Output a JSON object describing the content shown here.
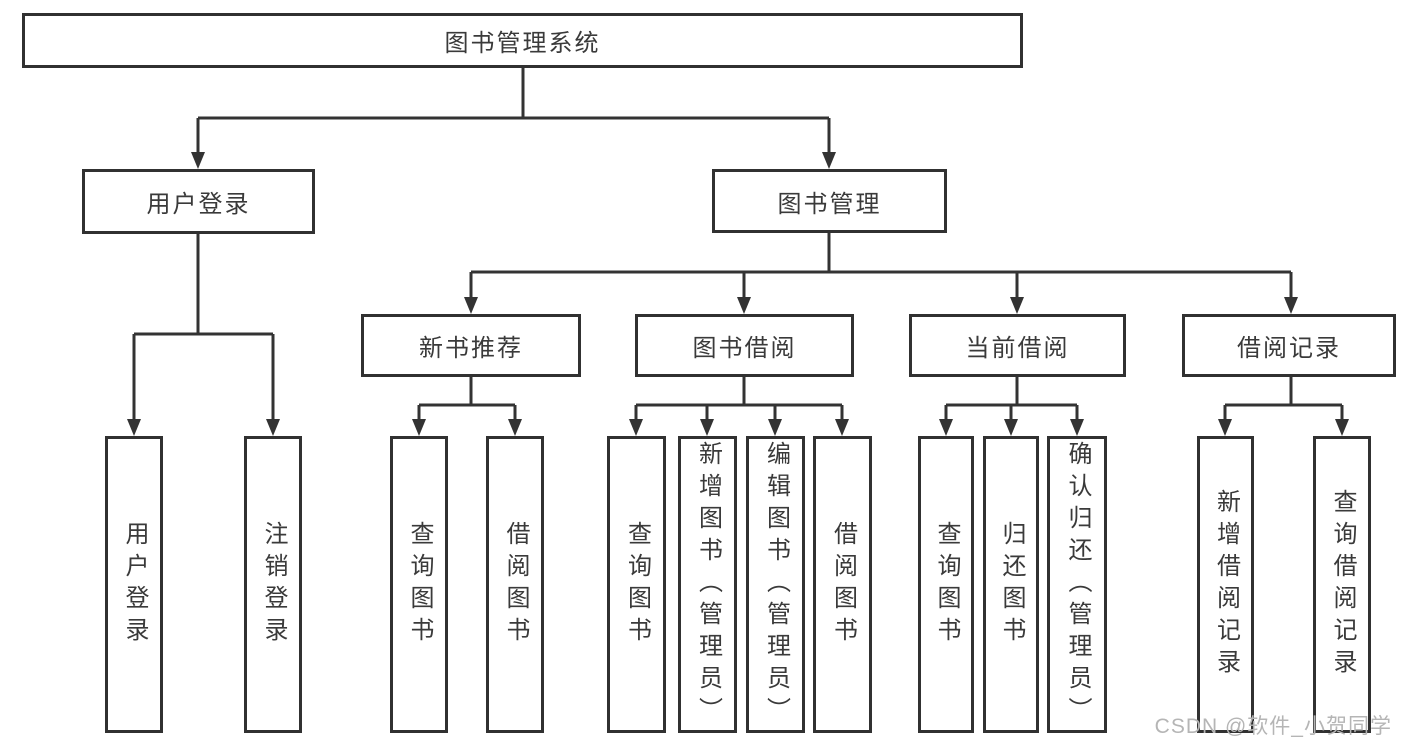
{
  "diagram_title": "图书管理系统",
  "tree": {
    "label": "图书管理系统",
    "children": [
      {
        "label": "用户登录",
        "children": [
          {
            "label": "用户登录"
          },
          {
            "label": "注销登录"
          }
        ]
      },
      {
        "label": "图书管理",
        "children": [
          {
            "label": "新书推荐",
            "children": [
              {
                "label": "查询图书"
              },
              {
                "label": "借阅图书"
              }
            ]
          },
          {
            "label": "图书借阅",
            "children": [
              {
                "label": "查询图书"
              },
              {
                "label": "新增图书（管理员）"
              },
              {
                "label": "编辑图书（管理员）"
              },
              {
                "label": "借阅图书"
              }
            ]
          },
          {
            "label": "当前借阅",
            "children": [
              {
                "label": "查询图书"
              },
              {
                "label": "归还图书"
              },
              {
                "label": "确认归还（管理员）"
              }
            ]
          },
          {
            "label": "借阅记录",
            "children": [
              {
                "label": "新增借阅记录"
              },
              {
                "label": "查询借阅记录"
              }
            ]
          }
        ]
      }
    ]
  },
  "watermark": "CSDN @软件_小贺同学",
  "colors": {
    "line": "#333333",
    "box_border": "#313131",
    "text": "#3a3a3a",
    "watermark": "#b5b5b5",
    "background": "#ffffff"
  }
}
